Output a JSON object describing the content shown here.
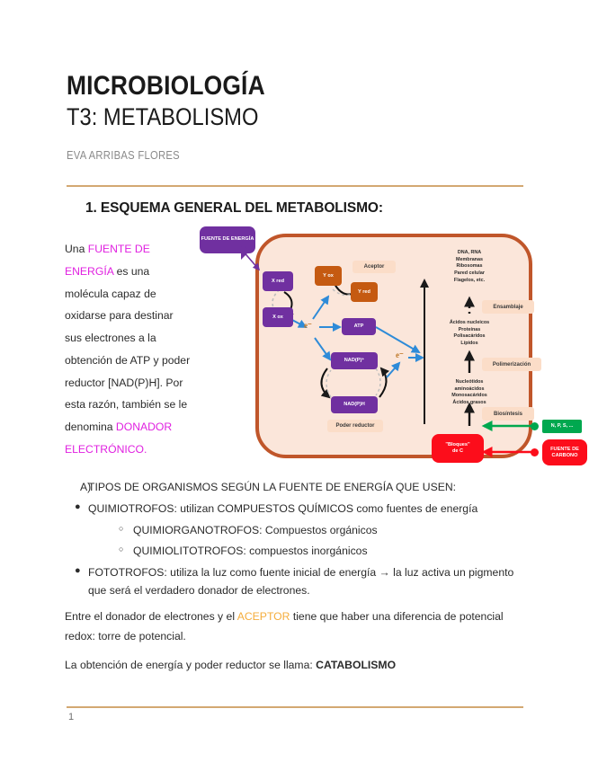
{
  "document": {
    "title": "MICROBIOLOGÍA",
    "subtitle": "T3: METABOLISMO",
    "author": "EVA ARRIBAS FLORES",
    "page_number": "1"
  },
  "section": {
    "heading": "1. ESQUEMA GENERAL DEL METABOLISMO:"
  },
  "intro": {
    "t1": "Una ",
    "h1": "FUENTE DE ENERGÍA",
    "t2": " es una molécula capaz de oxidarse para destinar sus electrones a la obtención de ATP y poder reductor [NAD(P)H]. Por esta razón, también se le denomina ",
    "h2": "DONADOR ELECTRÓNICO.",
    "highlight_color": "#e021e0"
  },
  "diagram": {
    "callout_energy": "FUENTE DE ENERGÍA",
    "x_red": "X red",
    "x_ox": "X ox",
    "y_ox": "Y ox",
    "y_red": "Y red",
    "label_aceptor": "Aceptor",
    "atp": "ATP",
    "nadp_plus": "NAD(P)⁺",
    "nadph": "NAD(P)H",
    "label_poder_reductor": "Poder reductor",
    "e_left": "e⁻",
    "e_right": "e⁻",
    "macromolecules": "DNA, RNA\nMembranas\nRibosomas\nPared celular\nFlagelos, etc.",
    "polymers": "Ácidos nucleicos\nProteínas\nPolisacáridos\nLípidos",
    "monomers": "Nucleótidos\naminoácidos\nMonosacáridos\nÁcidos grasos",
    "label_ensamblaje": "Ensamblaje",
    "label_polimerizacion": "Polimerización",
    "label_biosintesis": "Biosíntesis",
    "bloques_c": "\"Bloques\"\nde C",
    "nutrients": "N, P, S, ...",
    "fuente_carbono": "FUENTE DE CARBONO",
    "colors": {
      "cell_fill": "#fbe6da",
      "cell_border": "#c0562a",
      "purple": "#7030a0",
      "orange": "#c55a11",
      "red": "#fc0d1b",
      "green": "#00a84f",
      "tan_label": "#fbddc8",
      "blue_arrow": "#2e8bd8"
    }
  },
  "list": {
    "a_marker": "A)",
    "a_text": "TIPOS DE ORGANISMOS SEGÚN LA FUENTE DE ENERGÍA QUE USEN:",
    "items": [
      {
        "marker": "●",
        "text": "QUIMIOTROFOS: utilizan COMPUESTOS QUÍMICOS como fuentes de energía",
        "children": [
          {
            "marker": "○",
            "text": "QUIMIORGANOTROFOS: Compuestos orgánicos"
          },
          {
            "marker": "○",
            "text": "QUIMIOLITOTROFOS: compuestos inorgánicos"
          }
        ]
      },
      {
        "marker": "●",
        "text": "FOTOTROFOS: utiliza la luz como fuente inicial de energía → la luz activa un pigmento que será el verdadero donador de electrones.",
        "children": []
      }
    ]
  },
  "paragraphs": {
    "redox_1": "Entre el donador de electrones y el ",
    "redox_highlight": "ACEPTOR",
    "redox_2": " tiene que haber una diferencia de potencial redox: torre de potencial.",
    "catab_1": "La obtención de energía y poder reductor se llama: ",
    "catab_bold": "CATABOLISMO",
    "aceptor_color": "#f5ad3c"
  }
}
